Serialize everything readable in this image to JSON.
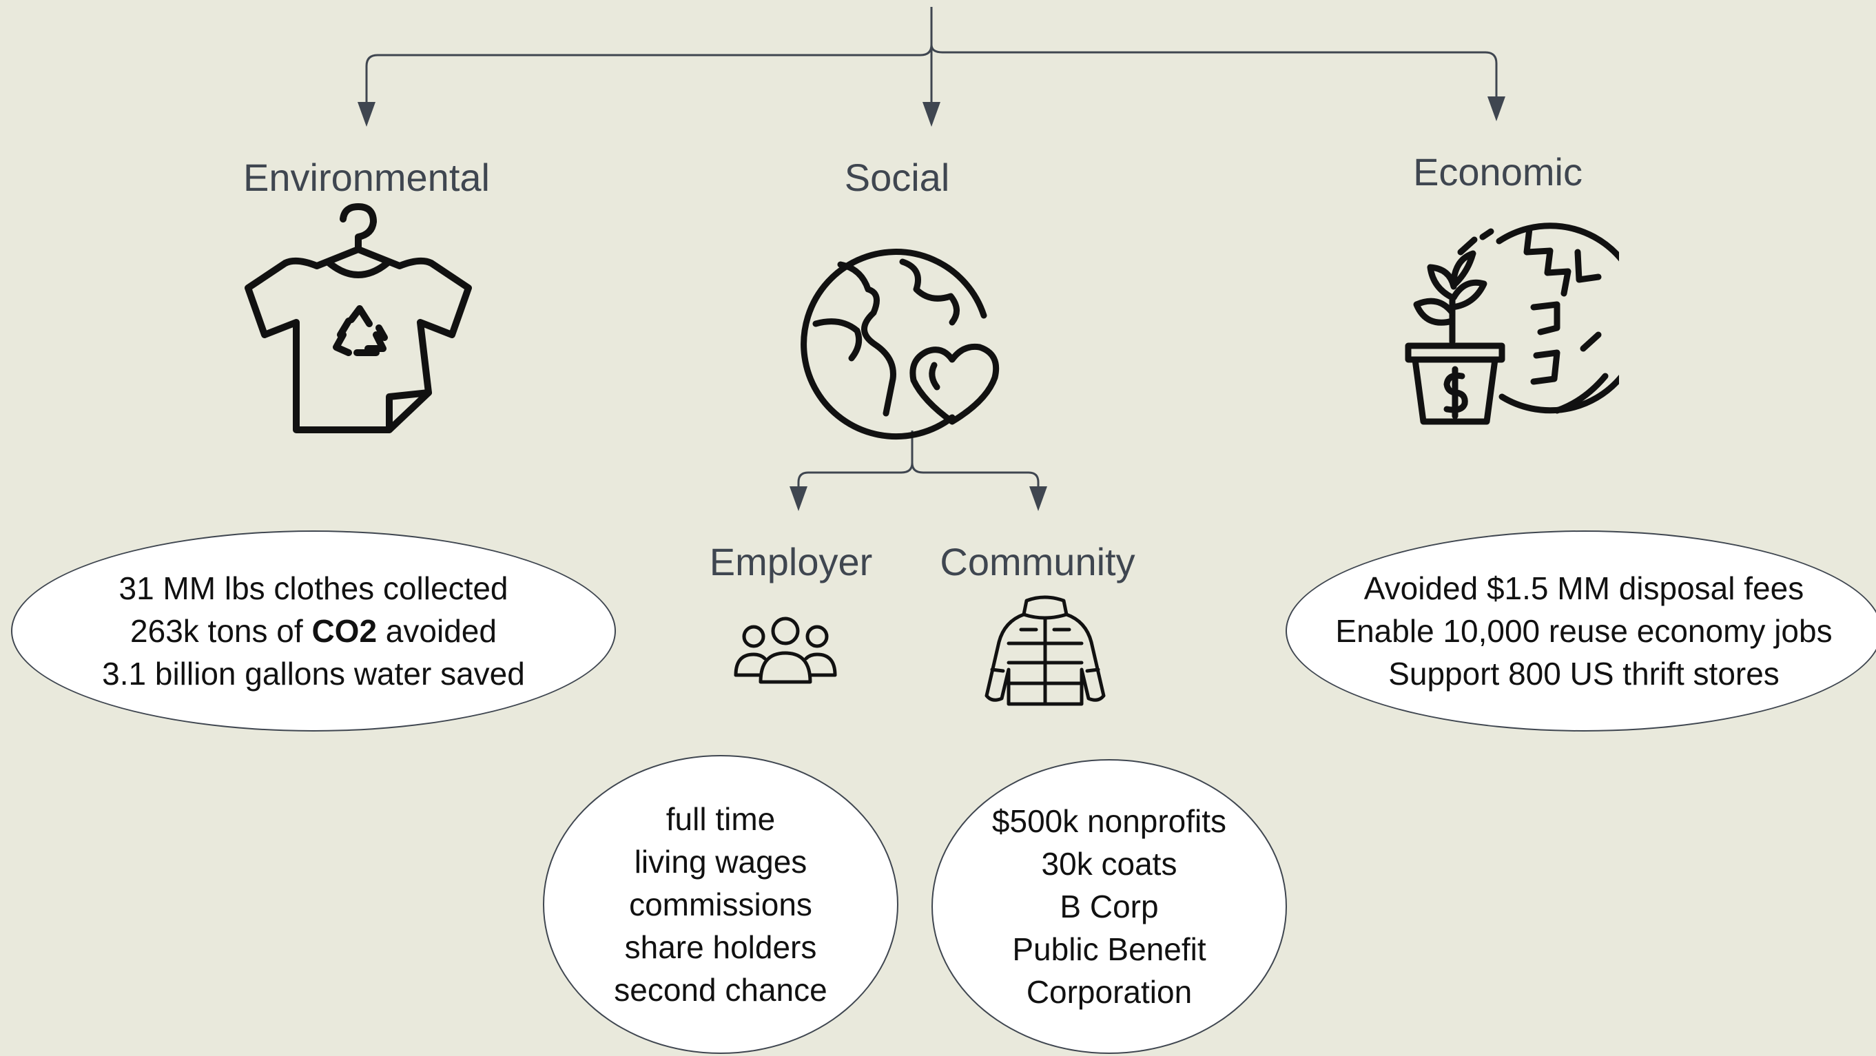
{
  "colors": {
    "background": "#e9e9dc",
    "connector": "#3f4650",
    "icon": "#111111",
    "oval_fill": "#ffffff"
  },
  "labels": {
    "environmental": "Environmental",
    "social": "Social",
    "economic": "Economic",
    "employer": "Employer",
    "community": "Community"
  },
  "environmental_box": {
    "line1": "31 MM lbs clothes collected",
    "line2_prefix": "263k tons of ",
    "line2_bold": "CO2",
    "line2_suffix": " avoided",
    "line3": "3.1 billion gallons water saved"
  },
  "economic_box": {
    "line1": "Avoided $1.5 MM disposal fees",
    "line2": "Enable 10,000 reuse economy jobs",
    "line3": "Support 800 US thrift stores"
  },
  "employer_box": {
    "line1": "full time",
    "line2": "living wages",
    "line3": "commissions",
    "line4": "share holders",
    "line5": "second chance"
  },
  "community_box": {
    "line1": "$500k nonprofits",
    "line2": "30k coats",
    "line3": "B Corp",
    "line4": "Public Benefit",
    "line5": "Corporation"
  },
  "icons": {
    "environmental": "recycled-shirt-icon",
    "social": "globe-heart-icon",
    "economic": "plant-money-globe-icon",
    "employer": "people-group-icon",
    "community": "puffer-coat-icon"
  }
}
